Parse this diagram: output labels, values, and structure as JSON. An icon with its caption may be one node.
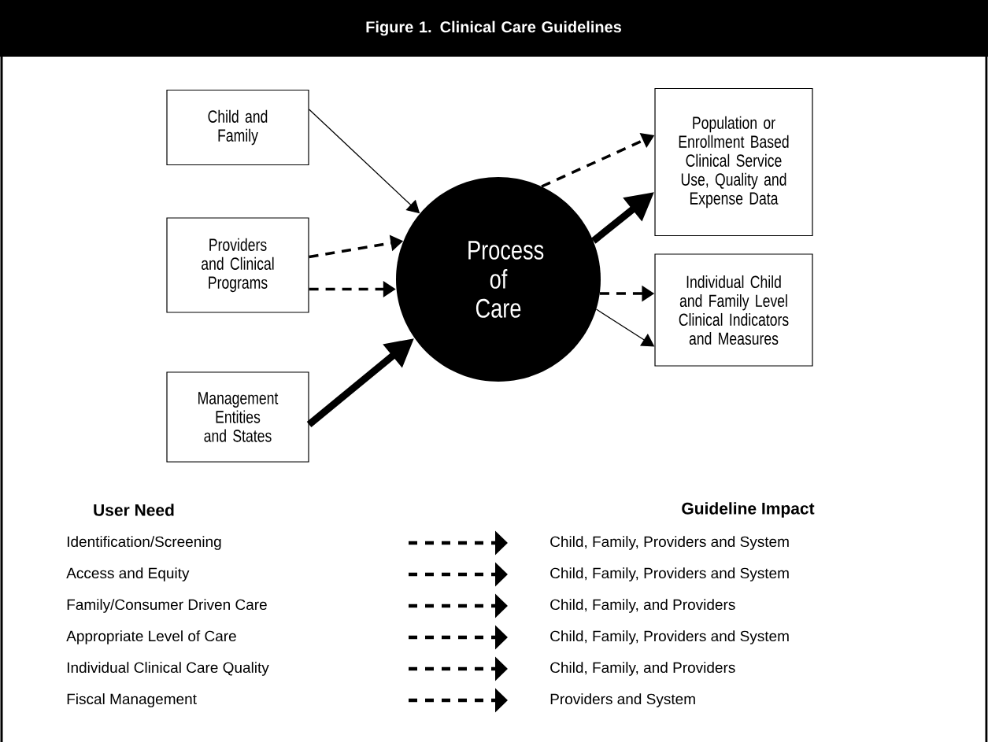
{
  "diagram": {
    "title": "Figure 1. Clinical Care Guidelines",
    "nodes": [
      {
        "text": [
          "Child and Family"
        ]
      },
      {
        "text": [
          "Providers and Clinical Programs"
        ]
      },
      {
        "text": [
          "Management Entities and States"
        ]
      },
      {
        "text": [
          "Process of Care"
        ]
      },
      {
        "text": [
          "Population or Enrollment Based Clinical Service Use, Quality and Expense Data"
        ]
      },
      {
        "text": [
          "Individual Child and Family Level Clinical Indicators and Measures"
        ]
      }
    ],
    "edges": [
      {
        "from": 0,
        "to": 3,
        "arrow": "to"
      },
      {
        "from": 1,
        "to": 3,
        "arrow": "to",
        "style": "dashed"
      },
      {
        "from": 1,
        "to": 3,
        "arrow": "to",
        "style": "dashed"
      },
      {
        "from": 2,
        "to": 3,
        "arrow": "to",
        "style": "thick"
      },
      {
        "from": 3,
        "to": 4,
        "arrow": "to",
        "style": "dashed"
      },
      {
        "from": 3,
        "to": 4,
        "arrow": "to",
        "style": "thick"
      },
      {
        "from": 3,
        "to": 5,
        "arrow": "to",
        "style": "dashed"
      },
      {
        "from": 3,
        "to": 5,
        "arrow": "to"
      }
    ],
    "labels": [
      "User Need",
      "Guideline Impact",
      "Identification/Screening",
      "Child, Family, Providers and System",
      "Access and Equity",
      "Child, Family, Providers and System",
      "Family/Consumer Driven Care",
      "Child, Family, and Providers",
      "Appropriate Level of Care",
      "Child, Family, Providers and System",
      "Individual Clinical Care Quality",
      "Child, Family, and Providers",
      "Fiscal Management",
      "Providers and System"
    ]
  }
}
